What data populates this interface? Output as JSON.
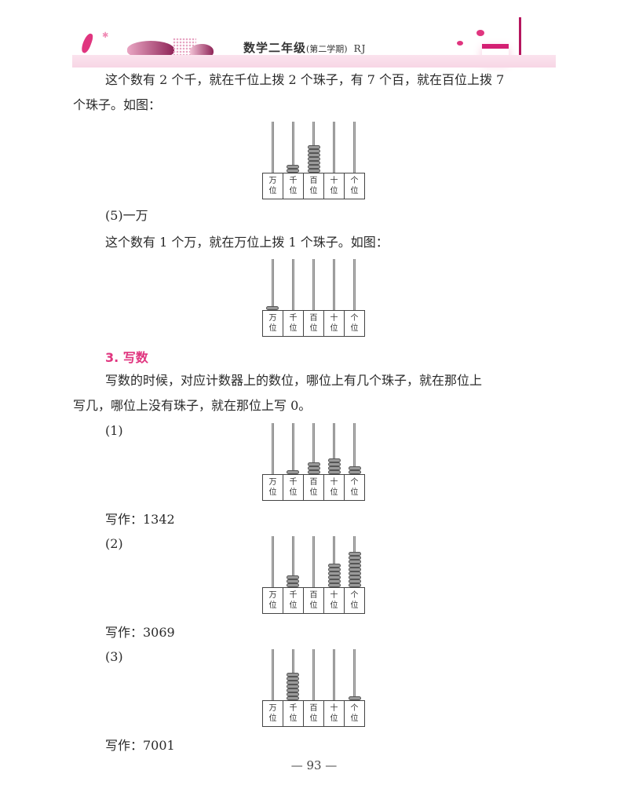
{
  "header": {
    "title_main": "数学二年级",
    "title_sub": "(第二学期)",
    "edition": "RJ",
    "accent_color": "#e0357f",
    "band_color": "#f7d6e5"
  },
  "section4": {
    "para_line1": "这个数有 2 个千，就在千位上拨 2 个珠子，有 7 个百，就在百位上拨 7",
    "para_line2": "个珠子。如图：",
    "abacus": {
      "beads": [
        0,
        2,
        7,
        0,
        0
      ]
    }
  },
  "section5": {
    "label": "(5)一万",
    "para": "这个数有 1 个万，就在万位上拨 1 个珠子。如图：",
    "abacus": {
      "beads": [
        1,
        0,
        0,
        0,
        0
      ]
    }
  },
  "part3": {
    "heading": "3. 写数",
    "para_line1": "写数的时候，对应计数器上的数位，哪位上有几个珠子，就在那位上",
    "para_line2": "写几，哪位上没有珠子，就在那位上写 0。",
    "examples": [
      {
        "label": "(1)",
        "beads": [
          0,
          1,
          3,
          4,
          2
        ],
        "answer": "写作：1342"
      },
      {
        "label": "(2)",
        "beads": [
          0,
          3,
          0,
          6,
          9
        ],
        "answer": "写作：3069"
      },
      {
        "label": "(3)",
        "beads": [
          0,
          7,
          0,
          0,
          1
        ],
        "answer": "写作：7001"
      }
    ]
  },
  "place_labels": [
    {
      "top": "万",
      "bottom": "位"
    },
    {
      "top": "千",
      "bottom": "位"
    },
    {
      "top": "百",
      "bottom": "位"
    },
    {
      "top": "十",
      "bottom": "位"
    },
    {
      "top": "个",
      "bottom": "位"
    }
  ],
  "footer": {
    "page_number": "— 93 —"
  }
}
